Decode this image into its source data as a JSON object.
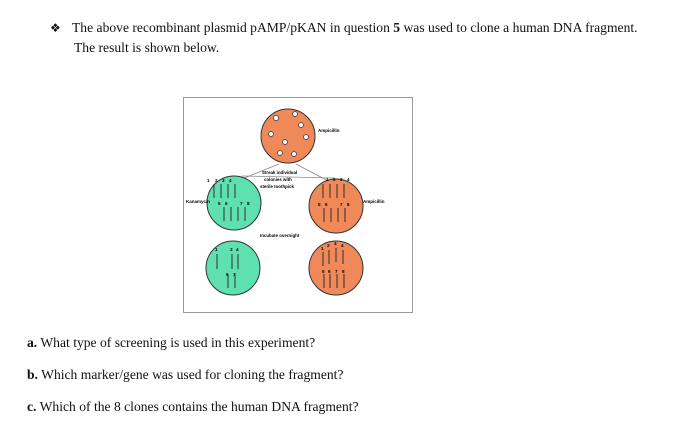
{
  "intro": {
    "bullet_icon": "diamond-bullet-icon",
    "part1": "The above recombinant plasmid pAMP/pKAN in question ",
    "qnum": "5",
    "part2": " was used to clone a human DNA fragment.",
    "line2": "The result is shown below."
  },
  "figure": {
    "labels": {
      "ampicillin_top": "Ampicillin",
      "ampicillin_right": "Ampicillin",
      "kanamycin": "Kanamycin",
      "streak_1": "Streak individual",
      "streak_2": "colonies with",
      "streak_3": "sterile toothpick",
      "incubate": "Incubate overnight"
    },
    "colony_numbers": [
      "1",
      "2",
      "3",
      "4",
      "5",
      "6",
      "7",
      "8"
    ],
    "colors": {
      "ampicillin_plate": "#f0895a",
      "kanamycin_plate": "#5fe0b0",
      "outline": "#333333"
    }
  },
  "questions": [
    {
      "letter": "a.",
      "text": " What type of screening is used in this experiment?"
    },
    {
      "letter": "b.",
      "text": " Which marker/gene was used for cloning the fragment?"
    },
    {
      "letter": "c.",
      "text": " Which of the 8 clones contains the human DNA fragment?"
    }
  ]
}
